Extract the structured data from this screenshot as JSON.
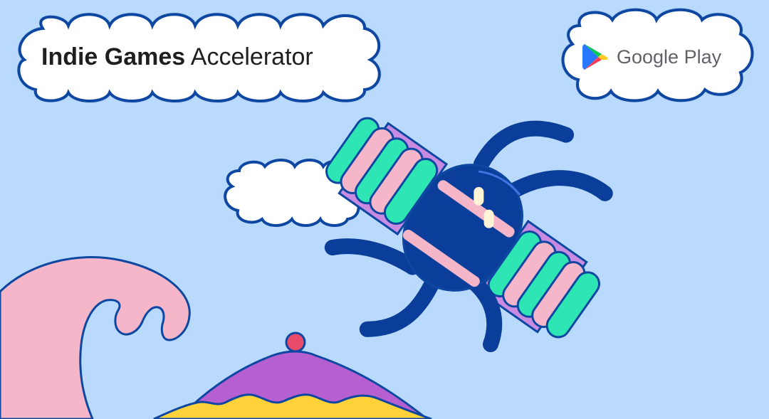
{
  "header": {
    "title_bold": "Indie Games",
    "title_regular": "Accelerator"
  },
  "brand": {
    "name": "Google Play",
    "icon": "google-play-icon"
  },
  "colors": {
    "background": "#b9dafc",
    "outline_blue": "#0d47a1",
    "character_navy": "#0b3e9a",
    "wave_pink": "#f4b6c8",
    "wing_pink": "#f4b6c8",
    "wing_teal": "#2ee6b4",
    "panel_purple": "#c98be2",
    "hill_purple": "#b65fd0",
    "hill_yellow": "#ffd23a",
    "berry_red": "#e94b6b",
    "cloud_white": "#ffffff",
    "play_green": "#00c853",
    "play_blue": "#2979ff",
    "play_yellow": "#ffca28",
    "play_red": "#ff3d57"
  },
  "illustration": {
    "elements": [
      "title-cloud",
      "google-play-cloud",
      "small-cloud",
      "pink-wave",
      "purple-hill",
      "berry-topper",
      "satellite-character"
    ]
  }
}
